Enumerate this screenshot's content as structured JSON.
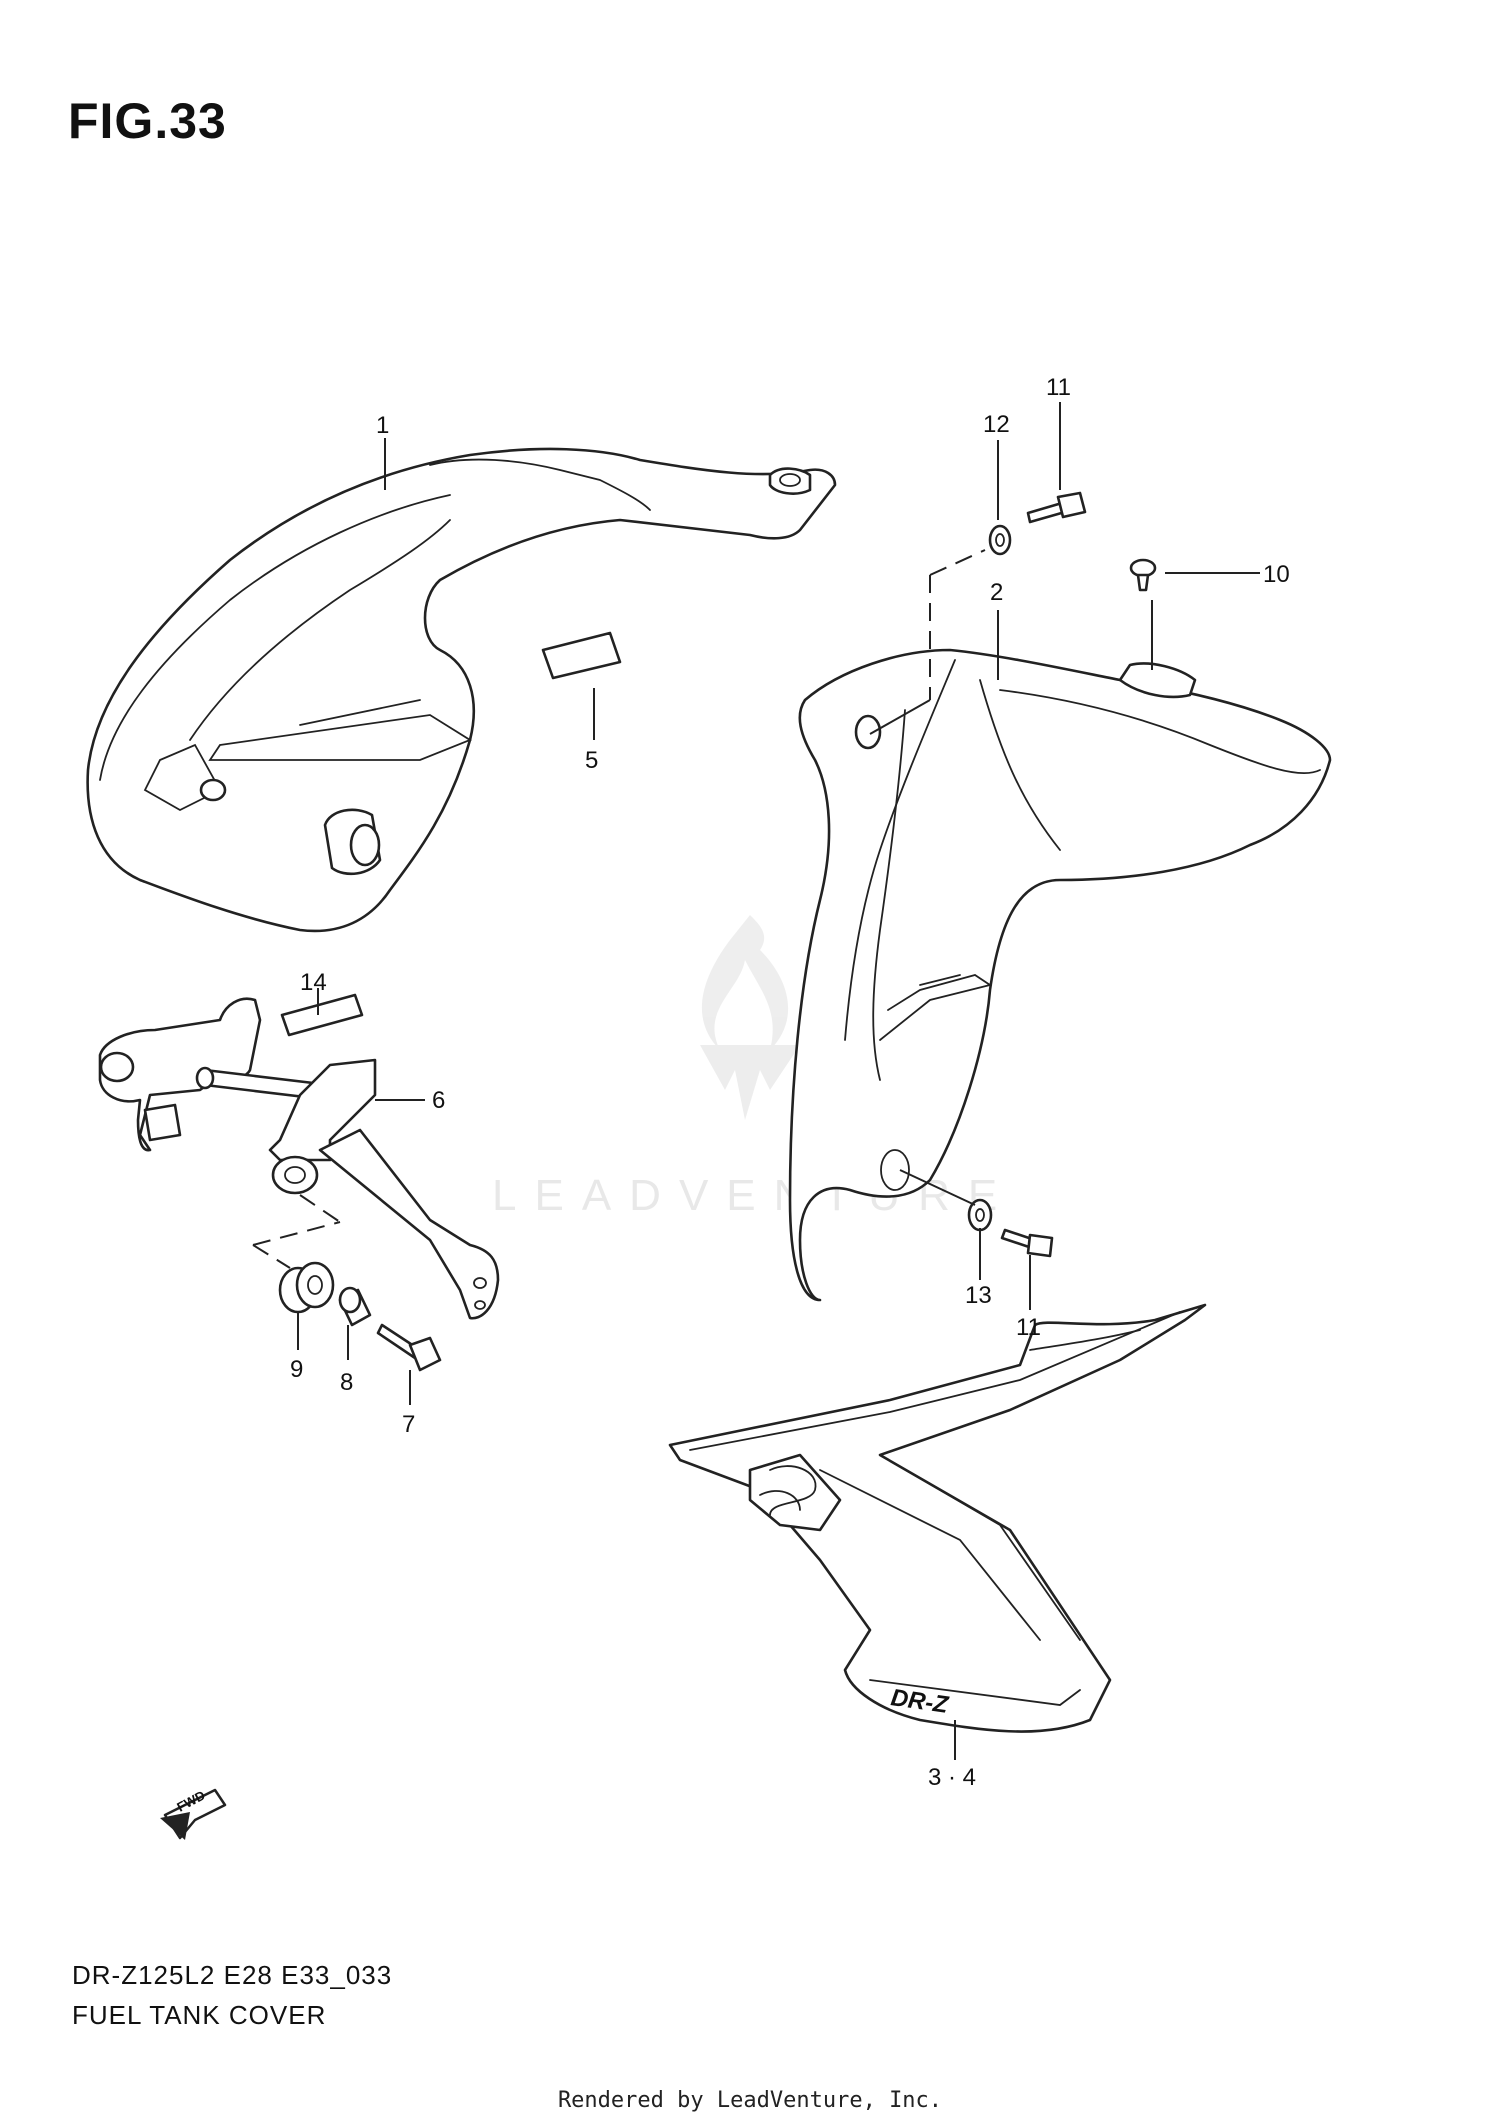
{
  "figure": {
    "title": "FIG.33"
  },
  "callouts": {
    "c1": "1",
    "c2": "2",
    "c34": "3 · 4",
    "c5": "5",
    "c6": "6",
    "c7": "7",
    "c8": "8",
    "c9": "9",
    "c10": "10",
    "c11a": "11",
    "c11b": "11",
    "c12": "12",
    "c13": "13",
    "c14": "14"
  },
  "labels": {
    "fwd": "FWD",
    "decal_text": "DR-Z"
  },
  "watermark": {
    "text": "LEADVENTURE"
  },
  "footer": {
    "model_code": "DR-Z125L2 E28 E33_033",
    "section_name": "FUEL TANK COVER",
    "rendered_by": "Rendered by LeadVenture, Inc."
  }
}
